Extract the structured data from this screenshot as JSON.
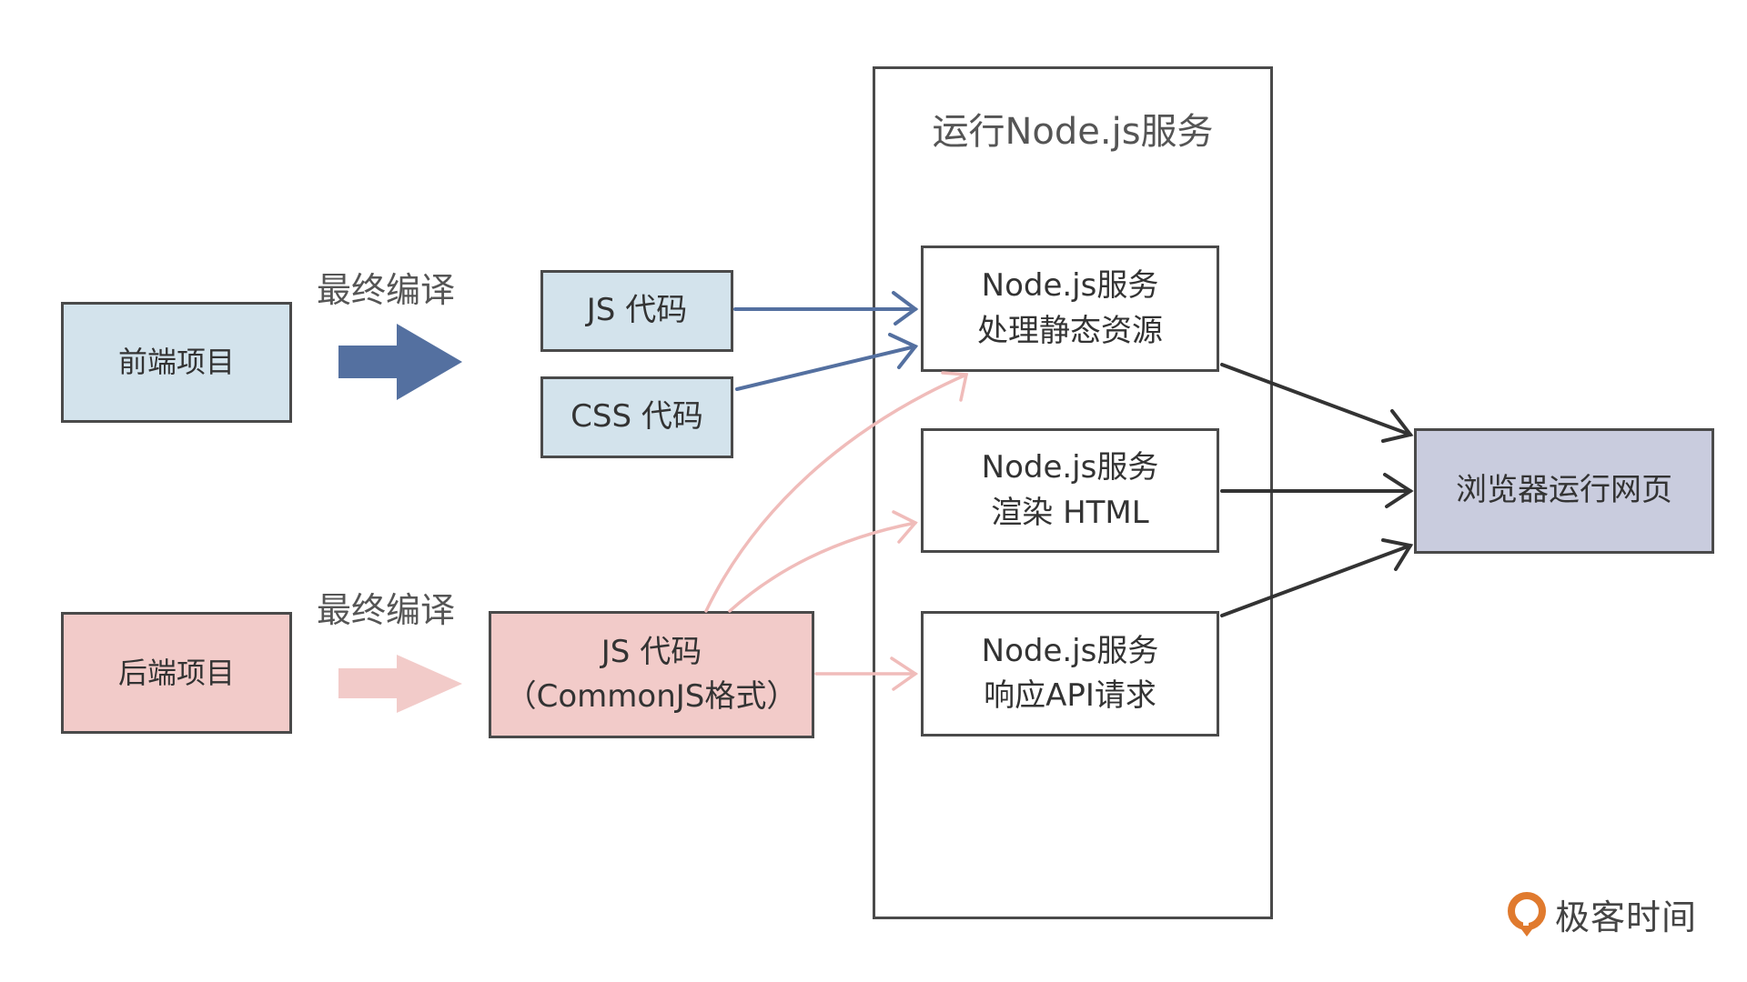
{
  "diagram": {
    "frontend": {
      "source_label": "前端项目",
      "compile_label": "最终编译",
      "outputs": [
        "JS 代码",
        "CSS 代码"
      ]
    },
    "backend": {
      "source_label": "后端项目",
      "compile_label": "最终编译",
      "output_line1": "JS 代码",
      "output_line2": "（CommonJS格式）"
    },
    "node_container": {
      "title": "运行Node.js服务",
      "services": [
        {
          "line1": "Node.js服务",
          "line2": "处理静态资源"
        },
        {
          "line1": "Node.js服务",
          "line2": "渲染 HTML"
        },
        {
          "line1": "Node.js服务",
          "line2": "响应API请求"
        }
      ]
    },
    "browser": {
      "label": "浏览器运行网页"
    },
    "logo": {
      "icon": "geektime-logo-icon",
      "text": "极客时间"
    },
    "colors": {
      "frontend_fill": "#d3e3ec",
      "frontend_arrow": "#5470a0",
      "backend_fill": "#f2cbc9",
      "backend_arrow": "#f0bcba",
      "browser_fill": "#c9ccde",
      "border": "#4a4a4a",
      "logo_accent": "#e07a2e"
    },
    "edges": [
      {
        "from": "JS 代码",
        "to": "Node.js服务 处理静态资源",
        "color": "blue"
      },
      {
        "from": "CSS 代码",
        "to": "Node.js服务 处理静态资源",
        "color": "blue"
      },
      {
        "from": "JS 代码 (CommonJS格式)",
        "to": "Node.js服务 处理静态资源",
        "color": "pink"
      },
      {
        "from": "JS 代码 (CommonJS格式)",
        "to": "Node.js服务 渲染 HTML",
        "color": "pink"
      },
      {
        "from": "JS 代码 (CommonJS格式)",
        "to": "Node.js服务 响应API请求",
        "color": "pink"
      },
      {
        "from": "Node.js服务 处理静态资源",
        "to": "浏览器运行网页",
        "color": "black"
      },
      {
        "from": "Node.js服务 渲染 HTML",
        "to": "浏览器运行网页",
        "color": "black"
      },
      {
        "from": "Node.js服务 响应API请求",
        "to": "浏览器运行网页",
        "color": "black"
      }
    ]
  }
}
